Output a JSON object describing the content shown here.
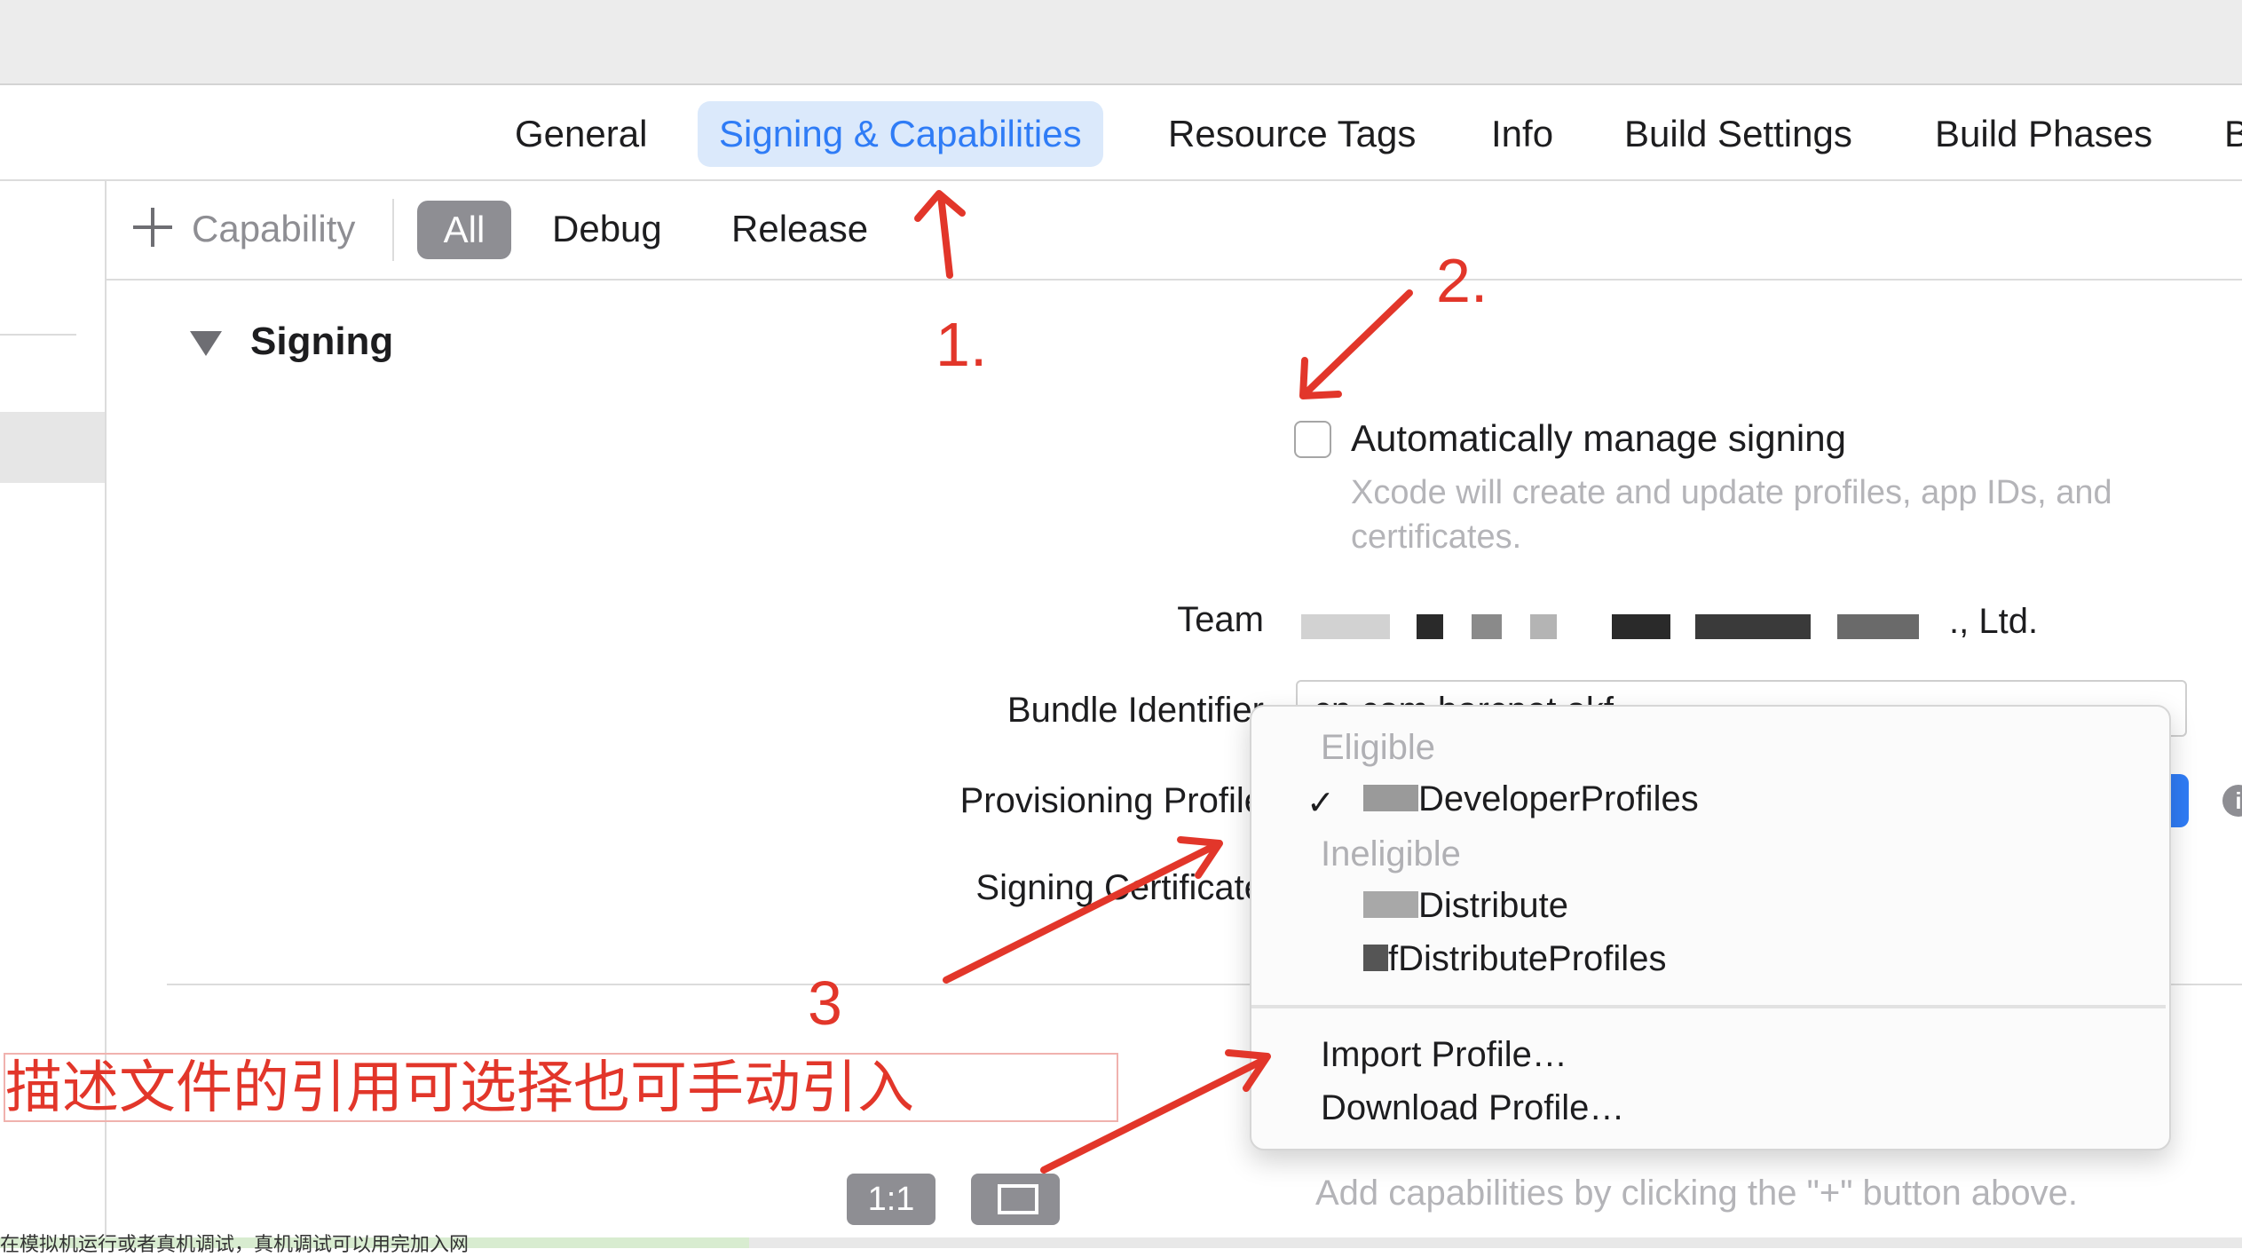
{
  "tabs": [
    {
      "label": "General",
      "active": false
    },
    {
      "label": "Signing & Capabilities",
      "active": true
    },
    {
      "label": "Resource Tags",
      "active": false
    },
    {
      "label": "Info",
      "active": false
    },
    {
      "label": "Build Settings",
      "active": false
    },
    {
      "label": "Build Phases",
      "active": false
    },
    {
      "label": "B",
      "active": false
    }
  ],
  "toolbar": {
    "capability_label": "Capability",
    "filter_all": "All",
    "filter_debug": "Debug",
    "filter_release": "Release"
  },
  "signing": {
    "section_title": "Signing",
    "auto_manage_label": "Automatically manage signing",
    "auto_manage_checked": false,
    "auto_manage_desc": "Xcode will create and update profiles, app IDs, and certificates.",
    "team_label": "Team",
    "team_value_suffix": "., Ltd.",
    "bundle_label": "Bundle Identifier",
    "bundle_value": "cn.com.barcnet.okf",
    "provisioning_label": "Provisioning Profile",
    "certificate_label": "Signing Certificate"
  },
  "menu": {
    "eligible_header": "Eligible",
    "selected_item": "DeveloperProfiles",
    "ineligible_header": "Ineligible",
    "ineligible_items": [
      "Distribute",
      "fDistributeProfiles"
    ],
    "import": "Import Profile…",
    "download": "Download Profile…"
  },
  "bottom": {
    "hint": "Add capabilities by clicking the \"+\" button above.",
    "zoom_label": "1:1",
    "note": "在模拟机运行或者真机调试，真机调试可以用完加入网"
  },
  "annotations": {
    "step1": "1.",
    "step2": "2.",
    "step3": "3",
    "caption": "描述文件的引用可选择也可手动引入"
  },
  "colors": {
    "accent": "#2f7cf6",
    "annotation": "#e2362a",
    "tab_active_bg": "#dbe9fb"
  }
}
